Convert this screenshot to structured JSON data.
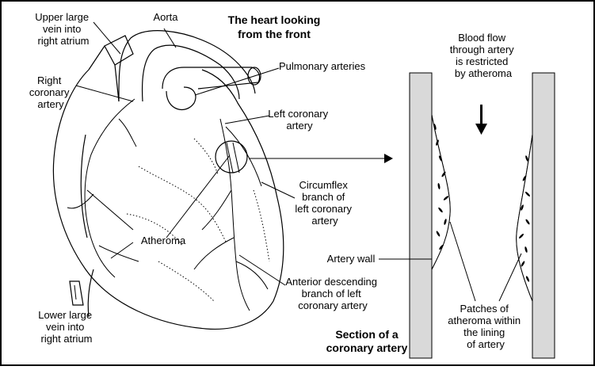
{
  "titles": {
    "heart_line1": "The heart looking",
    "heart_line2": "from the front",
    "section_line1": "Section of a",
    "section_line2": "coronary artery"
  },
  "labels": {
    "upper_vein": [
      "Upper large",
      "vein into",
      "right atrium"
    ],
    "aorta": [
      "Aorta"
    ],
    "pulmonary": [
      "Pulmonary arteries"
    ],
    "right_coronary": [
      "Right",
      "coronary",
      "artery"
    ],
    "left_coronary": [
      "Left coronary",
      "artery"
    ],
    "circumflex": [
      "Circumflex",
      "branch of",
      "left coronary",
      "artery"
    ],
    "atheroma": [
      "Atheroma"
    ],
    "anterior": [
      "Anterior descending",
      "branch of left",
      "coronary artery"
    ],
    "lower_vein": [
      "Lower large",
      "vein into",
      "right atrium"
    ],
    "blood_flow": [
      "Blood flow",
      "through artery",
      "is restricted",
      "by atheroma"
    ],
    "artery_wall": [
      "Artery wall"
    ],
    "patches": [
      "Patches of",
      "atheroma within",
      "the lining",
      "of artery"
    ]
  },
  "icons": {
    "flow_arrow": "down-arrow-icon",
    "pointer_arrow": "right-arrow-icon"
  }
}
